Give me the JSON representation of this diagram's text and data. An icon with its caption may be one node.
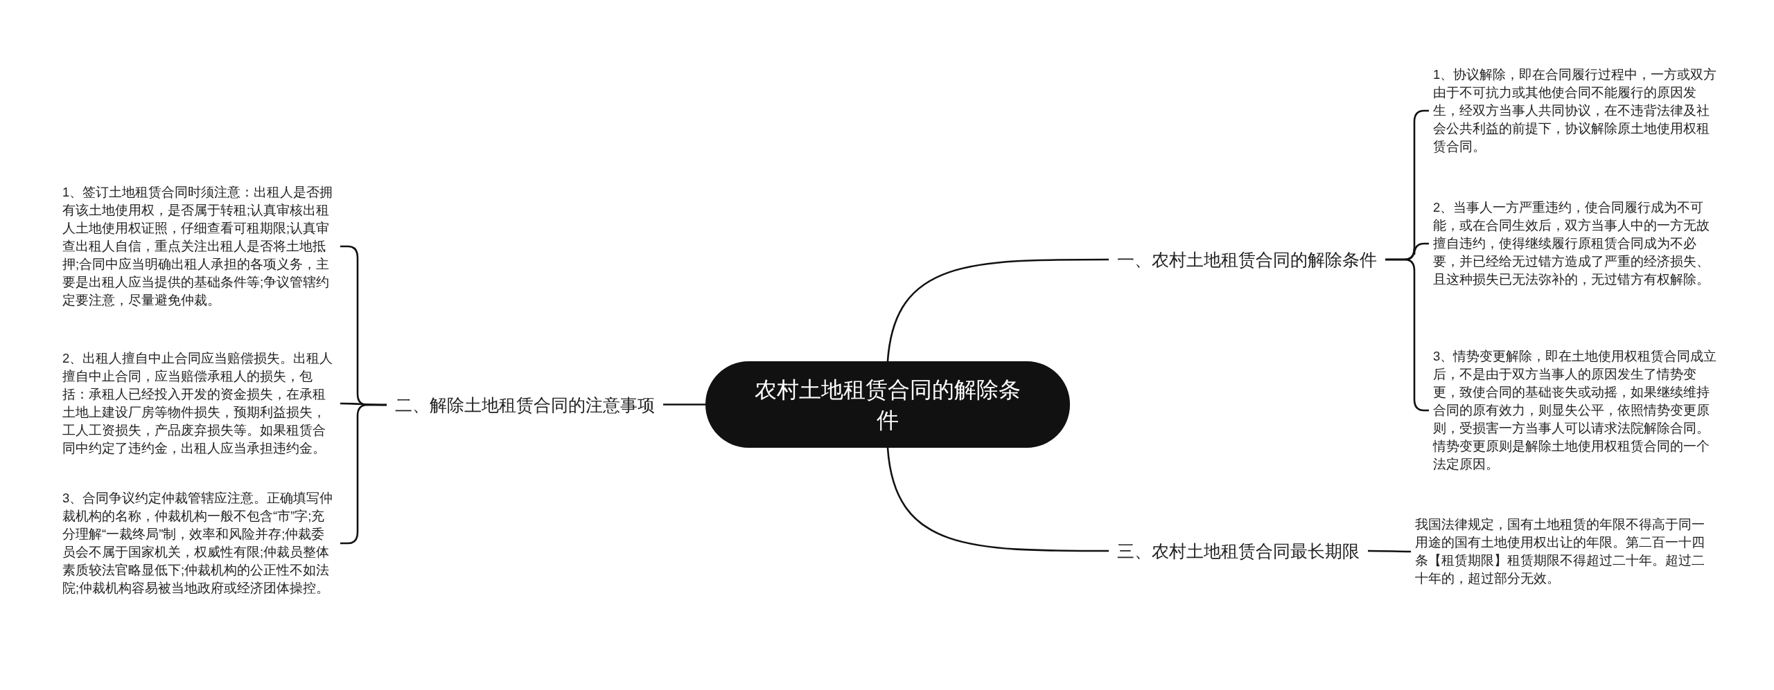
{
  "diagram": {
    "nodes": [
      {
        "text": [
          "农村土地租赁合同的解除条件"
        ]
      },
      {
        "text": [
          "一、农村土地租赁合同的解除条件"
        ]
      },
      {
        "text": [
          "二、解除土地租赁合同的注意事项"
        ]
      },
      {
        "text": [
          "三、农村土地租赁合同最长期限"
        ]
      },
      {
        "text": [
          "1、协议解除，即在合同履行过程中，一方或双方由于不可抗力或其他使合同不能履行的原因发生，经双方当事人共同协议，在不违背法律及社会公共利益的前提下，协议解除原土地使用权租赁合同。"
        ]
      },
      {
        "text": [
          "2、当事人一方严重违约，使合同履行成为不可能，或在合同生效后，双方当事人中的一方无故擅自违约，使得继续履行原租赁合同成为不必要，并已经给无过错方造成了严重的经济损失、且这种损失已无法弥补的，无过错方有权解除。"
        ]
      },
      {
        "text": [
          "3、情势变更解除，即在土地使用权租赁合同成立后，不是由于双方当事人的原因发生了情势变更，致使合同的基础丧失或动摇，如果继续维持合同的原有效力，则显失公平，依照情势变更原则，受损害一方当事人可以请求法院解除合同。情势变更原则是解除土地使用权租赁合同的一个法定原因。"
        ]
      },
      {
        "text": [
          "1、签订土地租赁合同时须注意：出租人是否拥有该土地使用权，是否属于转租;认真审核出租人土地使用权证照，仔细查看可租期限;认真审查出租人自信，重点关注出租人是否将土地抵押;合同中应当明确出租人承担的各项义务，主要是出租人应当提供的基础条件等;争议管辖约定要注意，尽量避免仲裁。"
        ]
      },
      {
        "text": [
          "2、出租人擅自中止合同应当赔偿损失。出租人擅自中止合同，应当赔偿承租人的损失，包括：承租人已经投入开发的资金损失，在承租土地上建设厂房等物件损失，预期利益损失，工人工资损失，产品废弃损失等。如果租赁合同中约定了违约金，出租人应当承担违约金。"
        ]
      },
      {
        "text": [
          "3、合同争议约定仲裁管辖应注意。正确填写仲裁机构的名称，仲裁机构一般不包含“市”字;充分理解“一裁终局”制，效率和风险并存;仲裁委员会不属于国家机关，权威性有限;仲裁员整体素质较法官略显低下;仲裁机构的公正性不如法院;仲裁机构容易被当地政府或经济团体操控。"
        ]
      },
      {
        "text": [
          "我国法律规定，国有土地租赁的年限不得高于同一用途的国有土地使用权出让的年限。第二百一十四条【租赁期限】租赁期限不得超过二十年。超过二十年的，超过部分无效。"
        ]
      }
    ],
    "edges": [
      {
        "from": 0,
        "to": 1,
        "arrow": "none"
      },
      {
        "from": 0,
        "to": 2,
        "arrow": "none"
      },
      {
        "from": 0,
        "to": 3,
        "arrow": "none"
      },
      {
        "from": 1,
        "to": 4,
        "arrow": "none"
      },
      {
        "from": 1,
        "to": 5,
        "arrow": "none"
      },
      {
        "from": 1,
        "to": 6,
        "arrow": "none"
      },
      {
        "from": 2,
        "to": 7,
        "arrow": "none"
      },
      {
        "from": 2,
        "to": 8,
        "arrow": "none"
      },
      {
        "from": 2,
        "to": 9,
        "arrow": "none"
      },
      {
        "from": 3,
        "to": 10,
        "arrow": "none"
      }
    ]
  }
}
